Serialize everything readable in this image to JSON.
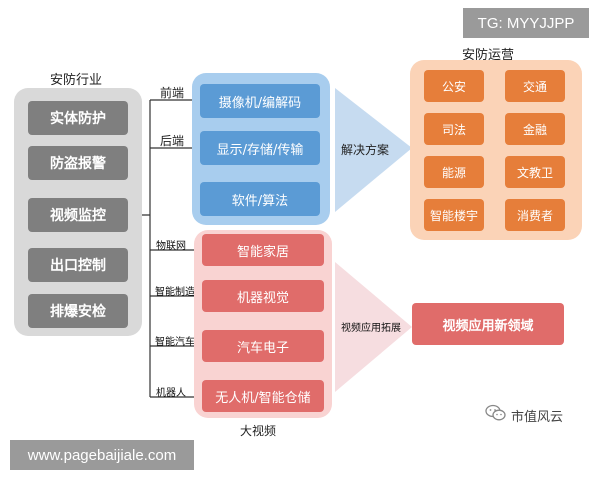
{
  "watermark_top": "TG: MYYJJPP",
  "watermark_bottom": "www.pagebaijiale.com",
  "left_panel": {
    "title": "安防行业",
    "items": [
      "实体防护",
      "防盗报警",
      "视频监控",
      "出口控制",
      "排爆安检"
    ]
  },
  "branches": {
    "frontend": "前端",
    "backend": "后端",
    "iot": "物联网",
    "smart_manufacturing": "智能制造",
    "smart_car": "智能汽车",
    "robot": "机器人"
  },
  "blue_panel": {
    "items": [
      "摄像机/编解码",
      "显示/存储/传输",
      "软件/算法"
    ]
  },
  "arrow_solution": "解决方案",
  "operations": {
    "title": "安防运营",
    "items": [
      "公安",
      "交通",
      "司法",
      "金融",
      "能源",
      "文教卫",
      "智能楼宇",
      "消费者"
    ]
  },
  "red_panel": {
    "items": [
      "智能家居",
      "机器视觉",
      "汽车电子",
      "无人机/智能仓储"
    ],
    "caption": "大视频"
  },
  "arrow_expand": "视频应用拓展",
  "new_domain": "视频应用新领域",
  "brand": "市值风云",
  "colors": {
    "gray_panel": "#d9d9d9",
    "gray_button": "#7f7f7f",
    "blue_panel": "#a8cdee",
    "blue_button": "#5b9bd5",
    "red_panel": "#f9d3d2",
    "red_button": "#e06c6a",
    "orange_panel": "#fbd3b7",
    "orange_button": "#e67e3a"
  }
}
